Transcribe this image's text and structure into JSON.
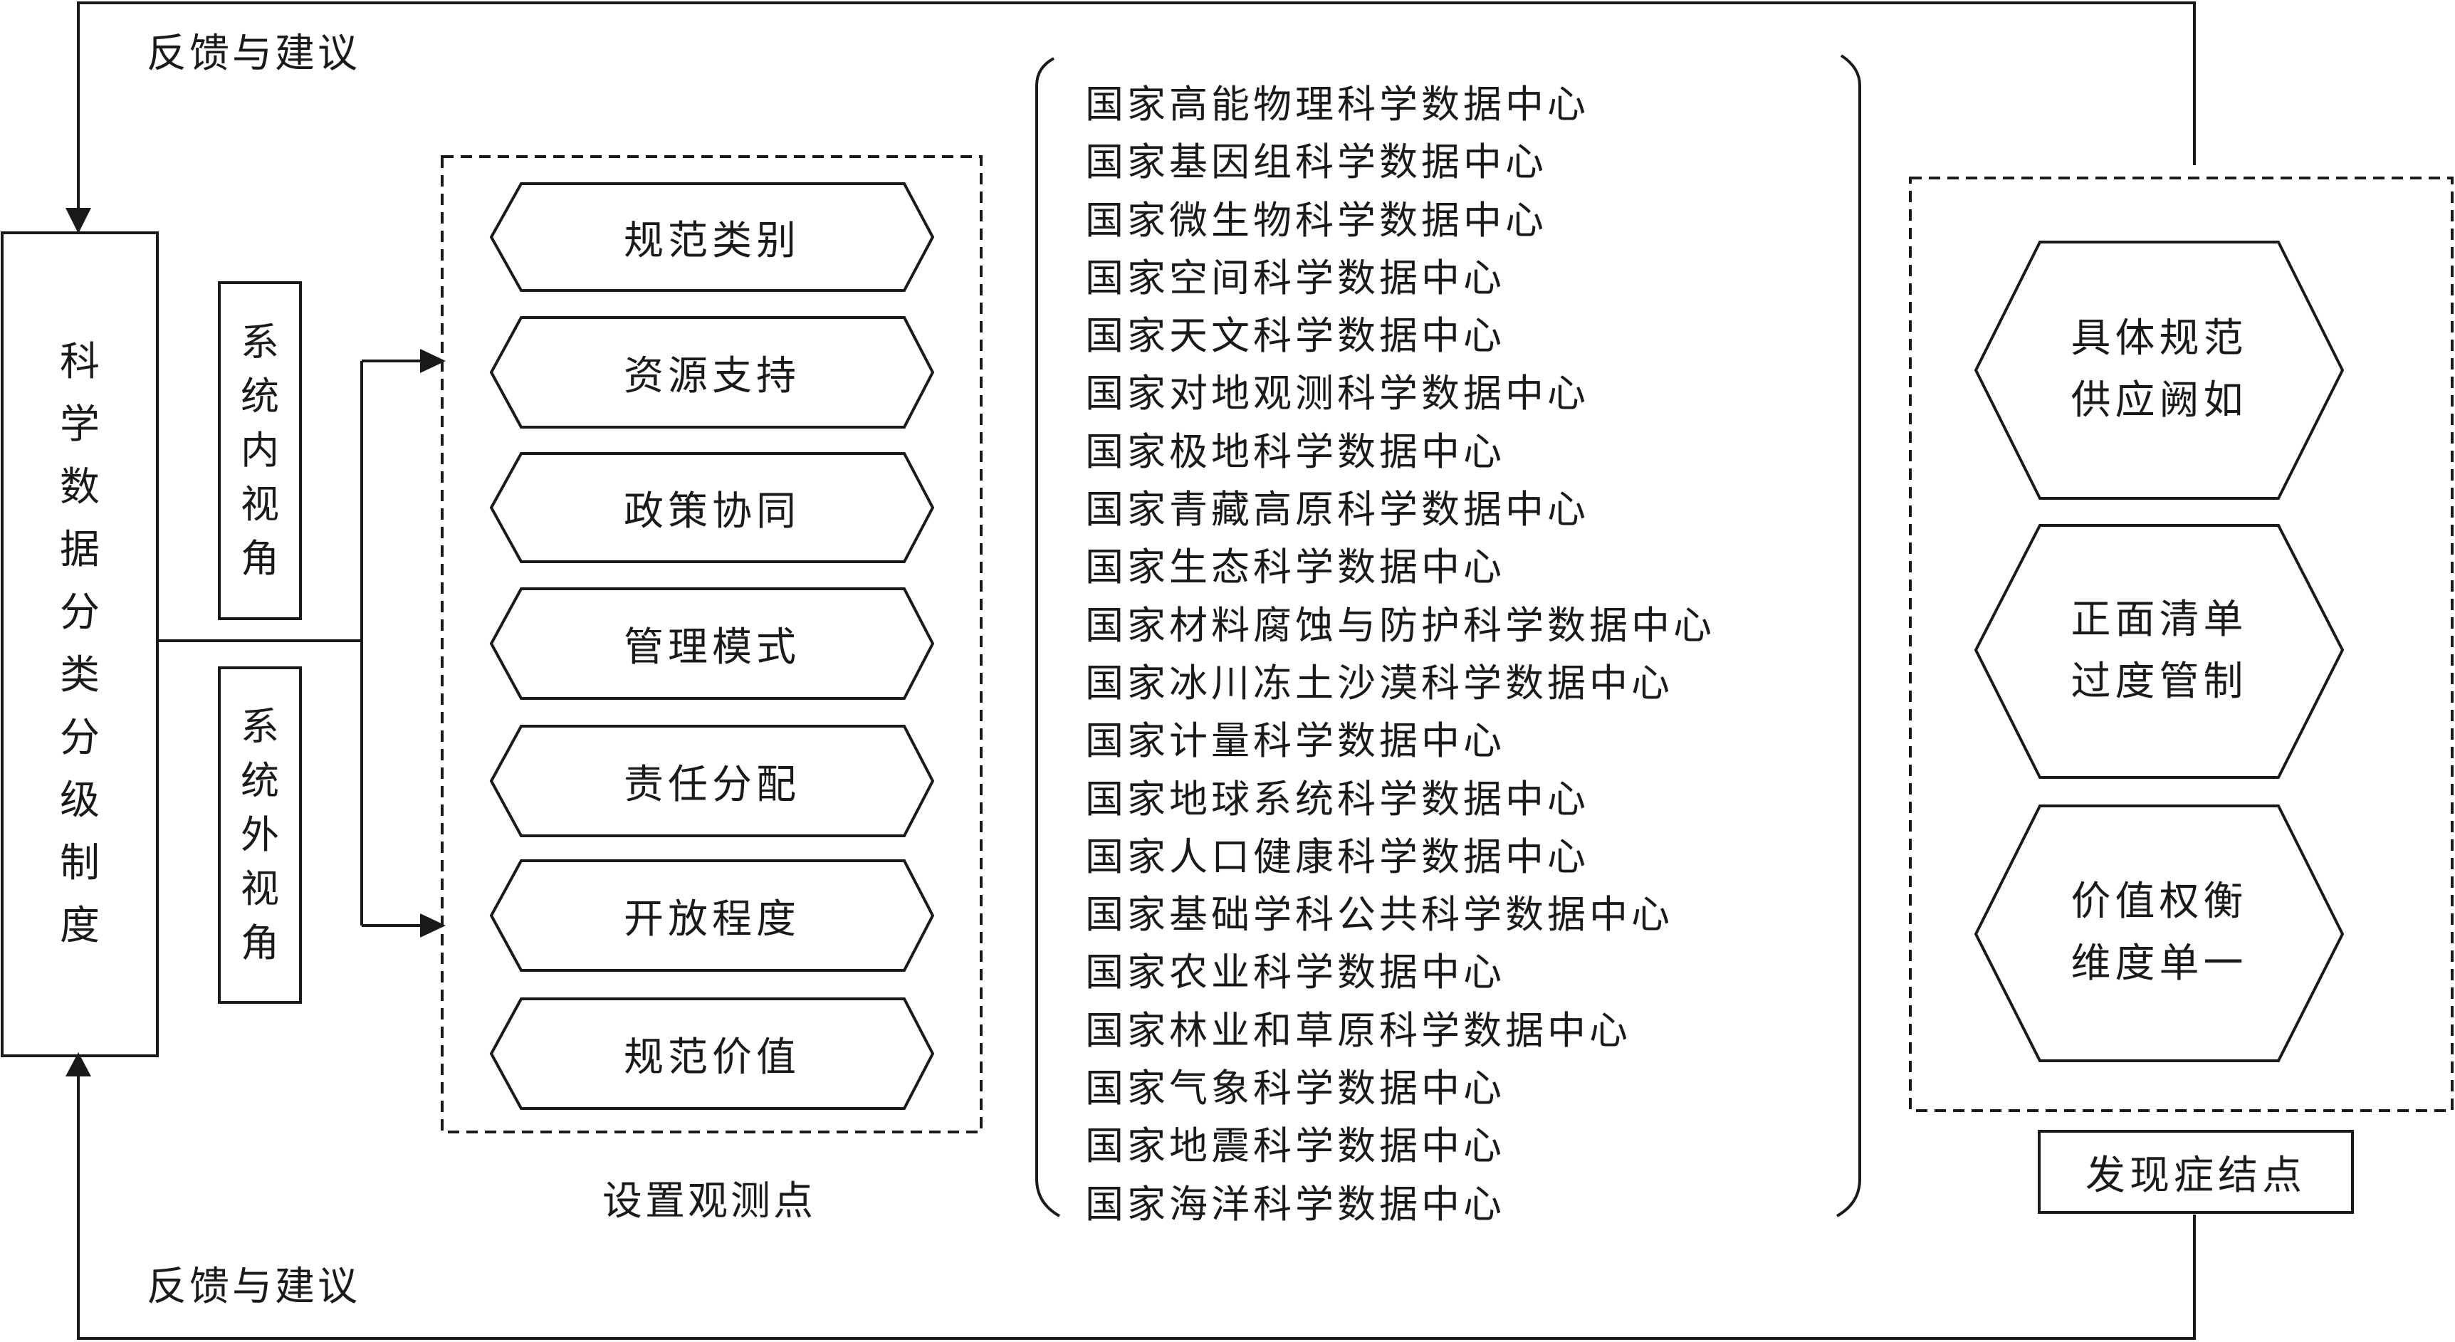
{
  "feedback_top": "反馈与建议",
  "feedback_bottom": "反馈与建议",
  "main_system": "科学数据分类分级制度",
  "inner_view": "系统内视角",
  "outer_view": "系统外视角",
  "observation_items": [
    "规范类别",
    "资源支持",
    "政策协同",
    "管理模式",
    "责任分配",
    "开放程度",
    "规范价值"
  ],
  "observation_caption": "设置观测点",
  "data_centers": [
    "国家高能物理科学数据中心",
    "国家基因组科学数据中心",
    "国家微生物科学数据中心",
    "国家空间科学数据中心",
    "国家天文科学数据中心",
    "国家对地观测科学数据中心",
    "国家极地科学数据中心",
    "国家青藏高原科学数据中心",
    "国家生态科学数据中心",
    "国家材料腐蚀与防护科学数据中心",
    "国家冰川冻土沙漠科学数据中心",
    "国家计量科学数据中心",
    "国家地球系统科学数据中心",
    "国家人口健康科学数据中心",
    "国家基础学科公共科学数据中心",
    "国家农业科学数据中心",
    "国家林业和草原科学数据中心",
    "国家气象科学数据中心",
    "国家地震科学数据中心",
    "国家海洋科学数据中心"
  ],
  "symptoms": [
    {
      "line1": "具体规范",
      "line2": "供应阙如"
    },
    {
      "line1": "正面清单",
      "line2": "过度管制"
    },
    {
      "line1": "价值权衡",
      "line2": "维度单一"
    }
  ],
  "symptom_caption": "发现症结点",
  "colors": {
    "stroke": "#1a1a1a",
    "background": "#ffffff"
  }
}
